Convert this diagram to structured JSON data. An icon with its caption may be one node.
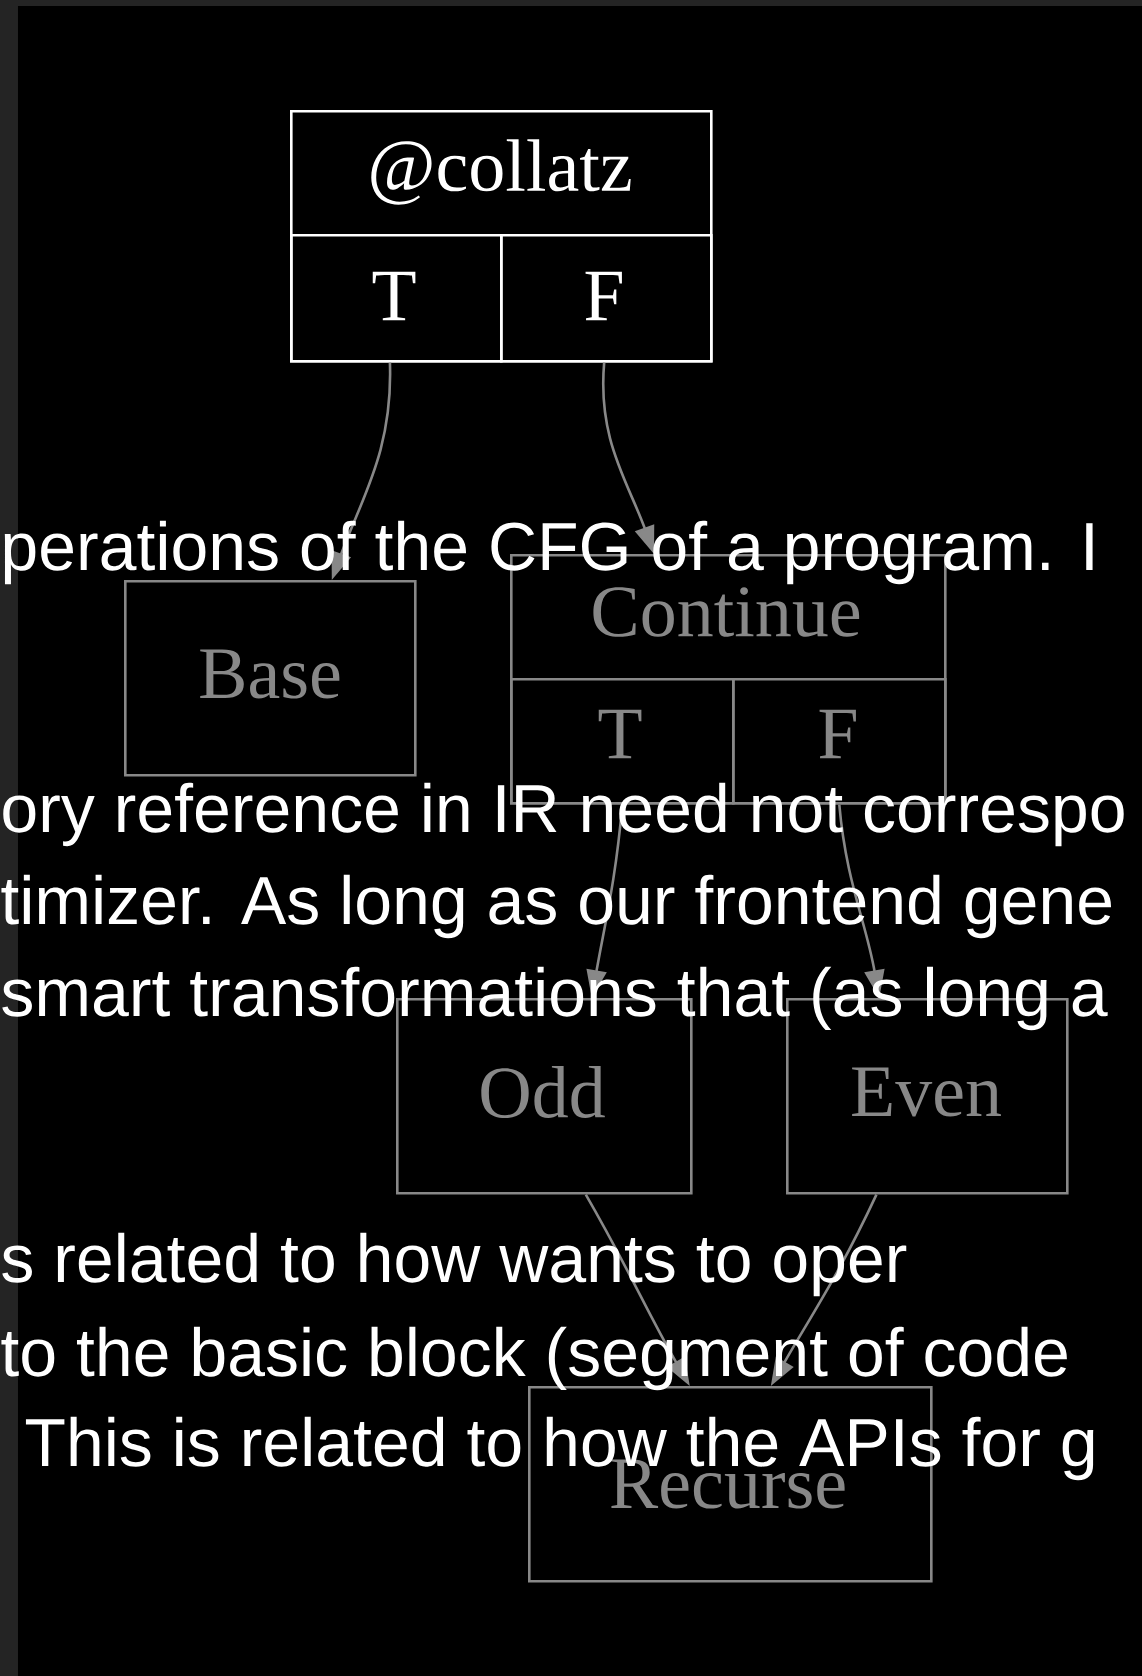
{
  "diagram": {
    "nodes": [
      {
        "text": [
          "@collatz"
        ]
      },
      {
        "text": [
          "T"
        ],
        "in": 0
      },
      {
        "text": [
          "F"
        ],
        "in": 0
      },
      {
        "text": [
          "Base"
        ]
      },
      {
        "text": [
          "Continue"
        ]
      },
      {
        "text": [
          "T"
        ],
        "in": 4
      },
      {
        "text": [
          "F"
        ],
        "in": 4
      },
      {
        "text": [
          "Odd"
        ]
      },
      {
        "text": [
          "Even"
        ]
      },
      {
        "text": [
          "Recurse"
        ]
      }
    ],
    "edges": [
      {
        "from": 1,
        "to": 3,
        "arrow": "to"
      },
      {
        "from": 2,
        "to": 4,
        "arrow": "to"
      },
      {
        "from": 5,
        "to": 7,
        "arrow": "to"
      },
      {
        "from": 6,
        "to": 8,
        "arrow": "to"
      },
      {
        "from": 7,
        "to": 9,
        "arrow": "to"
      },
      {
        "from": 8,
        "to": 9,
        "arrow": "to"
      }
    ],
    "labels": [
      "perations of the CFG of a program. I",
      "ory reference in IR need not correspo",
      "timizer. As long as our frontend gene",
      "smart transformations that (as long a",
      "s related to how wants to oper",
      "to the basic block (segment of code",
      "This is related to how the APIs for g"
    ]
  }
}
